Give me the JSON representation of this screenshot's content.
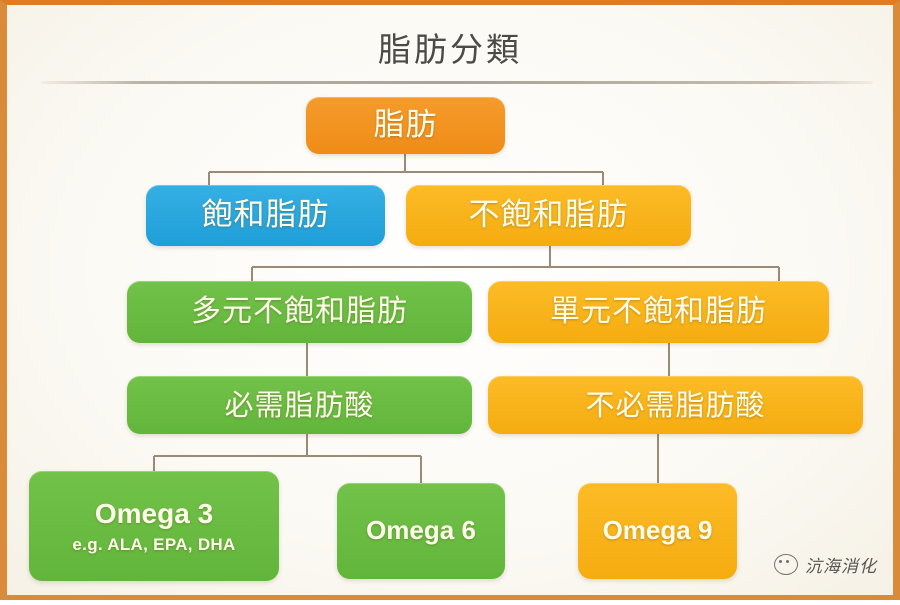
{
  "page": {
    "title": "脂肪分類"
  },
  "diagram": {
    "type": "tree",
    "nodes": [
      {
        "id": "fat",
        "label": "脂肪",
        "color": "#ef8c17",
        "color_name": "orange"
      },
      {
        "id": "saturated",
        "label": "飽和脂肪",
        "color": "#1f9ed8",
        "color_name": "blue"
      },
      {
        "id": "unsaturated",
        "label": "不飽和脂肪",
        "color": "#f5ac10",
        "color_name": "amber"
      },
      {
        "id": "poly",
        "label": "多元不飽和脂肪",
        "color": "#62b53b",
        "color_name": "green"
      },
      {
        "id": "mono",
        "label": "單元不飽和脂肪",
        "color": "#f5ac10",
        "color_name": "amber"
      },
      {
        "id": "essential",
        "label": "必需脂肪酸",
        "color": "#62b53b",
        "color_name": "green"
      },
      {
        "id": "nonessential",
        "label": "不必需脂肪酸",
        "color": "#f5ac10",
        "color_name": "amber"
      },
      {
        "id": "omega3",
        "label": "Omega 3",
        "sublabel": "e.g. ALA, EPA, DHA",
        "color": "#62b53b",
        "color_name": "green"
      },
      {
        "id": "omega6",
        "label": "Omega 6",
        "color": "#62b53b",
        "color_name": "green"
      },
      {
        "id": "omega9",
        "label": "Omega 9",
        "color": "#f5ac10",
        "color_name": "amber"
      }
    ],
    "edges": [
      {
        "from": "fat",
        "to": "saturated"
      },
      {
        "from": "fat",
        "to": "unsaturated"
      },
      {
        "from": "unsaturated",
        "to": "poly"
      },
      {
        "from": "unsaturated",
        "to": "mono"
      },
      {
        "from": "poly",
        "to": "essential"
      },
      {
        "from": "mono",
        "to": "nonessential"
      },
      {
        "from": "essential",
        "to": "omega3"
      },
      {
        "from": "essential",
        "to": "omega6"
      },
      {
        "from": "nonessential",
        "to": "omega9"
      }
    ]
  },
  "watermark": {
    "icon": "wechat-account-icon",
    "text": "沆海消化"
  },
  "colors": {
    "orange": "#ef8c17",
    "blue": "#1f9ed8",
    "amber": "#f5ac10",
    "green": "#62b53b",
    "connector": "#9c8a74",
    "frame_border": "#d98b3a",
    "title_text": "#4c4a47"
  }
}
